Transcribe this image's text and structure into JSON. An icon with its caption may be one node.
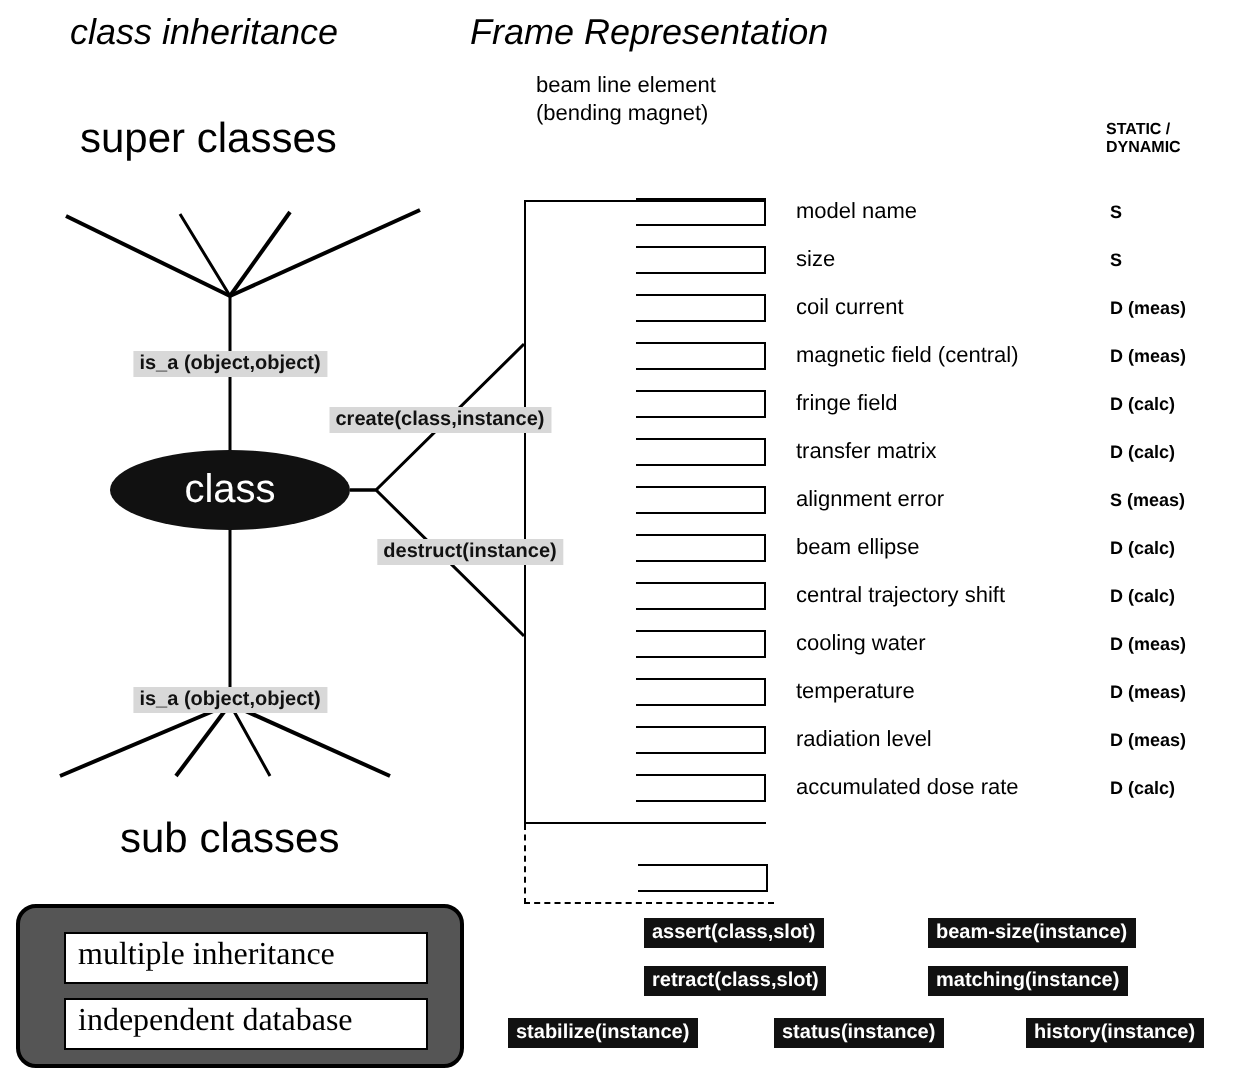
{
  "diagram": {
    "nodes": [
      {
        "text": [
          "super classes"
        ]
      },
      {
        "text": [
          "class"
        ]
      },
      {
        "text": [
          "sub classes"
        ]
      },
      {
        "text": [
          "beam line element (bending magnet)"
        ]
      },
      {
        "text": [
          "model name"
        ],
        "in": 3,
        "beside": [
          "S"
        ]
      },
      {
        "text": [
          "size"
        ],
        "in": 3,
        "beside": [
          "S"
        ]
      },
      {
        "text": [
          "coil current"
        ],
        "in": 3,
        "beside": [
          "D (meas)"
        ]
      },
      {
        "text": [
          "magnetic field (central)"
        ],
        "in": 3,
        "beside": [
          "D (meas)"
        ]
      },
      {
        "text": [
          "fringe field"
        ],
        "in": 3,
        "beside": [
          "D (calc)"
        ]
      },
      {
        "text": [
          "transfer matrix"
        ],
        "in": 3,
        "beside": [
          "D (calc)"
        ]
      },
      {
        "text": [
          "alignment error"
        ],
        "in": 3,
        "beside": [
          "S (meas)"
        ]
      },
      {
        "text": [
          "beam ellipse"
        ],
        "in": 3,
        "beside": [
          "D (calc)"
        ]
      },
      {
        "text": [
          "central trajectory shift"
        ],
        "in": 3,
        "beside": [
          "D (calc)"
        ]
      },
      {
        "text": [
          "cooling water"
        ],
        "in": 3,
        "beside": [
          "D (meas)"
        ]
      },
      {
        "text": [
          "temperature"
        ],
        "in": 3,
        "beside": [
          "D (meas)"
        ]
      },
      {
        "text": [
          "radiation level"
        ],
        "in": 3,
        "beside": [
          "D (meas)"
        ]
      },
      {
        "text": [
          "accumulated dose rate"
        ],
        "in": 3,
        "beside": [
          "D (calc)"
        ]
      },
      {
        "text": [],
        "shape": "box",
        "in": 3
      },
      {
        "text": [],
        "shape": "box"
      },
      {
        "text": [
          "multiple inheritance"
        ],
        "in": 18
      },
      {
        "text": [
          "independent database"
        ],
        "in": 18
      },
      {
        "text": [
          "assert(class,slot)"
        ]
      },
      {
        "text": [
          "beam-size(instance)"
        ]
      },
      {
        "text": [
          "retract(class,slot)"
        ]
      },
      {
        "text": [
          "matching(instance)"
        ]
      },
      {
        "text": [
          "stabilize(instance)"
        ]
      },
      {
        "text": [
          "status(instance)"
        ]
      },
      {
        "text": [
          "history(instance)"
        ]
      }
    ],
    "edges": [
      {
        "from": 1,
        "to": 0,
        "arrow": "none",
        "label": "is_a (object,object)"
      },
      {
        "from": 1,
        "to": 3,
        "arrow": "none",
        "label": "create(class,instance)"
      },
      {
        "from": 1,
        "to": 3,
        "arrow": "none",
        "label": "destruct(instance)"
      },
      {
        "from": 1,
        "to": 2,
        "arrow": "none",
        "label": "is_a (object,object)"
      }
    ],
    "labels": [
      "class inheritance",
      "Frame Representation",
      "STATIC / DYNAMIC"
    ]
  }
}
